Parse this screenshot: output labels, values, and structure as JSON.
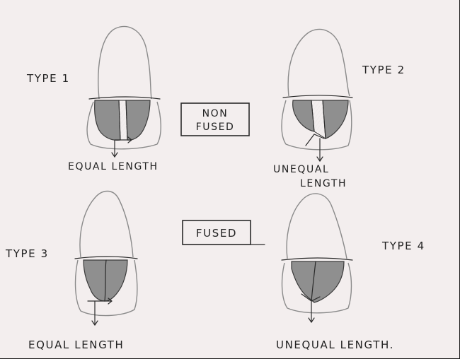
{
  "center_labels": {
    "top_box": [
      "NON",
      "FUSED"
    ],
    "bottom_box": "FUSED"
  },
  "types": [
    {
      "type_label": "TYPE 1",
      "caption": [
        "EQUAL LENGTH"
      ]
    },
    {
      "type_label": "TYPE 2",
      "caption": [
        "UNEQUAL",
        "LENGTH"
      ]
    },
    {
      "type_label": "TYPE 3",
      "caption": [
        "EQUAL LENGTH"
      ]
    },
    {
      "type_label": "TYPE 4",
      "caption": [
        "UNEQUAL LENGTH."
      ]
    }
  ],
  "colors": {
    "paper": "#f3eeee",
    "ink": "#2a2a2a",
    "pencil_shading": "#8f8f8f",
    "outline": "#8a8a8a"
  }
}
